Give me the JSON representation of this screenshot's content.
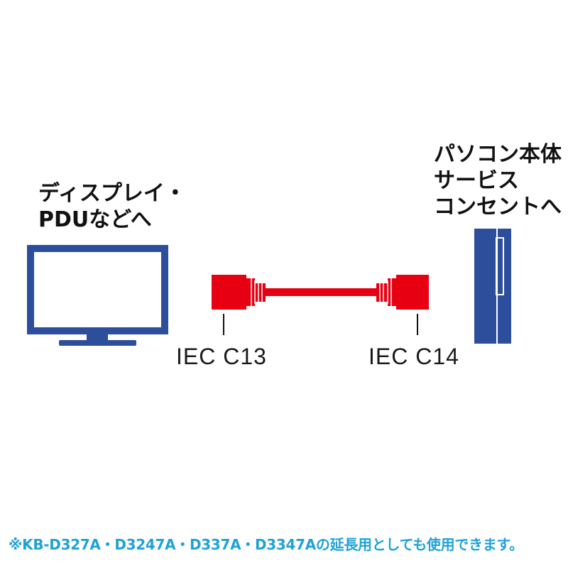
{
  "display_label": [
    "ディスプレイ・",
    "PDUなどへ"
  ],
  "pc_label": [
    "パソコン本体",
    "サービス",
    "コンセントへ"
  ],
  "connector_left": "IEC C13",
  "connector_right": "IEC C14",
  "footnote": "※KB-D327A・D3247A・D337A・D3347Aの延長用としても使用できます。",
  "colors": {
    "device_blue": "#2d4e9b",
    "cable_red": "#e60012",
    "footnote_blue": "#1fa2d8"
  },
  "icons": [
    "monitor-icon",
    "power-cable-icon",
    "pc-tower-icon"
  ]
}
